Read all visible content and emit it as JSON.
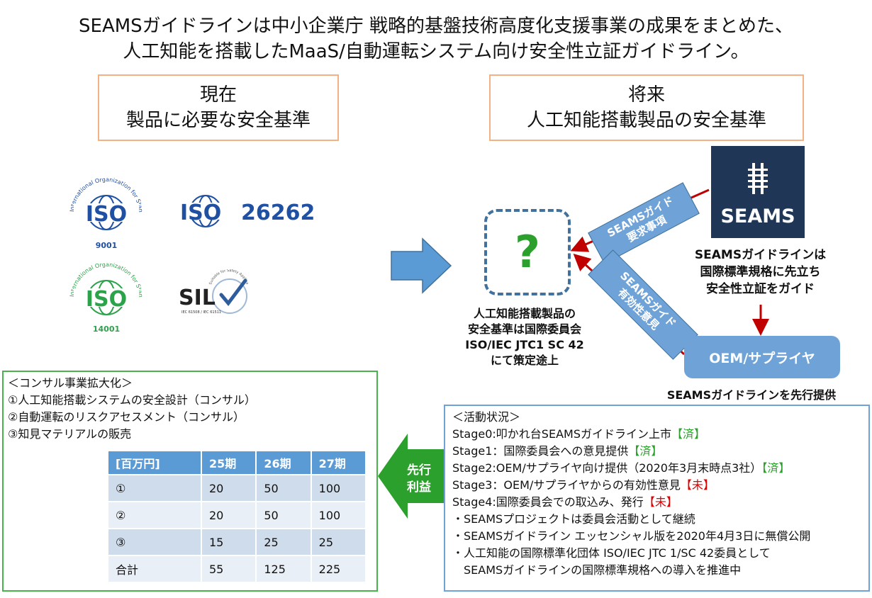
{
  "header": {
    "line1": "SEAMSガイドラインは中小企業庁 戦略的基盤技術高度化支援事業の成果をまとめた、",
    "line2": "人工知能を搭載したMaaS/自動運転システム向け安全性立証ガイドライン。"
  },
  "current_box": {
    "line1": "現在",
    "line2": "製品に必要な安全基準"
  },
  "future_box": {
    "line1": "将来",
    "line2": "人工知能搭載製品の安全基準"
  },
  "logos": {
    "iso9001_number": "9001",
    "iso14001_number": "14001",
    "iso_text": "ISO",
    "iso_org_text": "International Organization for Standardization",
    "iso26262_prefix": "ISO",
    "iso26262_number": "26262",
    "sil_text": "SIL",
    "sil_small": "IEC 61508 / IEC 61511",
    "sil_arc": "Suitable for Safety Applications",
    "seams_text": "SEAMS"
  },
  "question_mark": "?",
  "ai_caption": [
    "人工知能搭載製品の",
    "安全基準は国際委員会",
    "ISO/IEC JTC1 SC 42",
    "にて策定途上"
  ],
  "badge_requirements": [
    "SEAMSガイド",
    "要求事項"
  ],
  "badge_feedback": [
    "SEAMSガイド",
    "有効性意見"
  ],
  "seams_caption": [
    "SEAMSガイドラインは",
    "国際標準規格に先立ち",
    "安全性立証をガイド"
  ],
  "oem_label": "OEM/サプライヤ",
  "oem_caption": "SEAMSガイドラインを先行提供",
  "consulting": {
    "title": "＜コンサル事業拡大化＞",
    "items": [
      "①人工知能搭載システムの安全設計（コンサル）",
      "②自動運転のリスクアセスメント（コンサル）",
      "③知見マテリアルの販売"
    ],
    "table": {
      "headers": [
        "[百万円]",
        "25期",
        "26期",
        "27期"
      ],
      "rows": [
        [
          "①",
          "20",
          "50",
          "100"
        ],
        [
          "②",
          "20",
          "50",
          "100"
        ],
        [
          "③",
          "15",
          "25",
          "25"
        ],
        [
          "合計",
          "55",
          "125",
          "225"
        ]
      ]
    }
  },
  "profit_arrow": {
    "line1": "先行",
    "line2": "利益"
  },
  "activity": {
    "title": "＜活動状況＞",
    "stages": [
      {
        "text": "Stage0:叩かれ台SEAMSガイドライン上市",
        "status": "【済】",
        "state": "done"
      },
      {
        "text": "Stage1：国際委員会への意見提供",
        "status": "【済】",
        "state": "done"
      },
      {
        "text": "Stage2:OEM/サプライヤ向け提供（2020年3月末時点3社）",
        "status": "【済】",
        "state": "done"
      },
      {
        "text": "Stage3：OEM/サプライヤからの有効性意見",
        "status": "【未】",
        "state": "todo"
      },
      {
        "text": "Stage4:国際委員会での取込み、発行",
        "status": "【未】",
        "state": "todo"
      }
    ],
    "notes": [
      "・SEAMSプロジェクトは委員会活動として継続",
      "・SEAMSガイドライン エッセンシャル版を2020年4月3日に無償公開",
      "・人工知能の国際標準化団体 ISO/IEC JTC 1/SC 42委員として",
      "　SEAMSガイドラインの国際標準規格への導入を推進中"
    ]
  },
  "colors": {
    "accent_blue": "#5b9bd5",
    "iso_blue": "#1f50a2",
    "iso_green": "#2ca24a",
    "seams_navy": "#1f3657",
    "arrow_red": "#c00000",
    "done_green": "#2ca02c",
    "todo_red": "#e00000",
    "orange_border": "#f4b183",
    "green_border": "#49b24b"
  }
}
